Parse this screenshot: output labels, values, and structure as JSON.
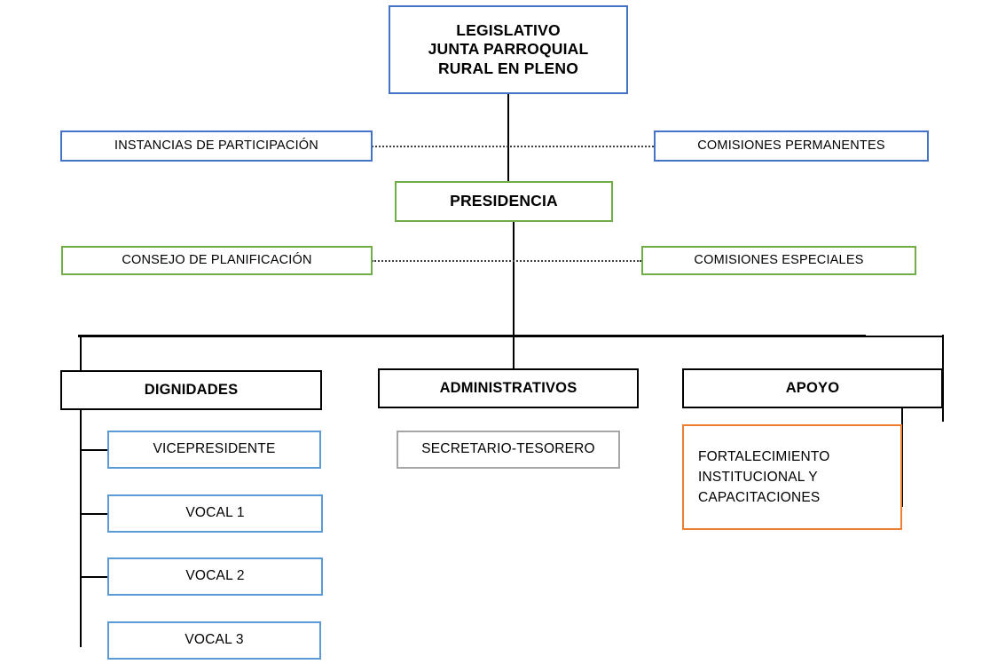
{
  "diagram": {
    "title": "Organigrama Junta Parroquial Rural",
    "colors": {
      "blue": "#4472C4",
      "blue_light": "#5B9BD5",
      "green": "#70AD47",
      "black": "#000000",
      "gray": "#A6A6A6",
      "orange": "#ED7D31"
    },
    "nodes": {
      "legislativo": {
        "line1": "LEGISLATIVO",
        "line2": "JUNTA PARROQUIAL",
        "line3": "RURAL EN PLENO"
      },
      "instancias_participacion": "INSTANCIAS  DE  PARTICIPACIÓN",
      "comisiones_permanentes": "COMISIONES  PERMANENTES",
      "presidencia": "PRESIDENCIA",
      "consejo_planificacion": "CONSEJO DE PLANIFICACIÓN",
      "comisiones_especiales": "COMISIONES  ESPECIALES",
      "dignidades": "DIGNIDADES",
      "administrativos": "ADMINISTRATIVOS",
      "apoyo": "APOYO",
      "vicepresidente": "VICEPRESIDENTE",
      "vocal_1": "VOCAL 1",
      "vocal_2": "VOCAL 2",
      "vocal_3": "VOCAL 3",
      "secretario_tesorero": "SECRETARIO-TESORERO",
      "fortalecimiento": {
        "line1": "FORTALECIMIENTO",
        "line2": "INSTITUCIONAL   Y",
        "line3": "CAPACITACIONES"
      }
    }
  }
}
